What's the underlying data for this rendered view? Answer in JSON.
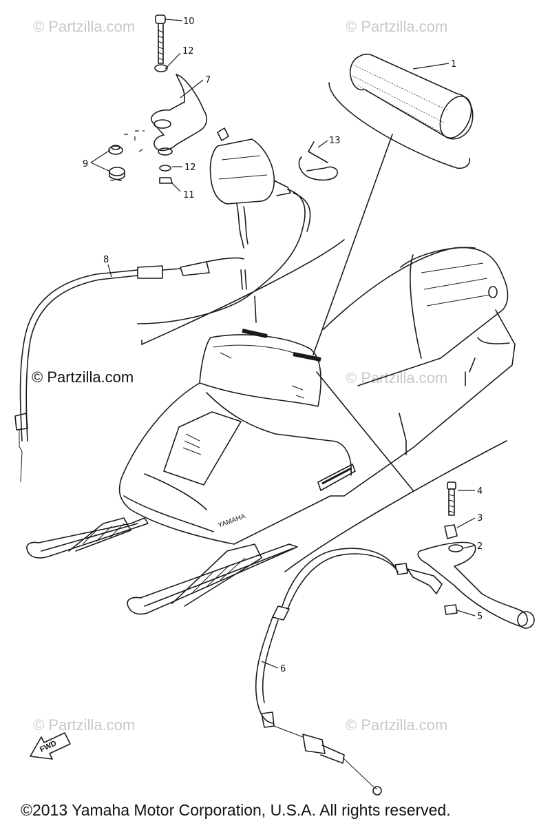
{
  "watermarks": {
    "top_left": "© Partzilla.com",
    "top_right": "© Partzilla.com",
    "main": "© Partzilla.com",
    "middle_right": "© Partzilla.com",
    "bottom_left": "© Partzilla.com",
    "bottom_right": "© Partzilla.com"
  },
  "parts": {
    "p1": "1",
    "p2": "2",
    "p3": "3",
    "p4": "4",
    "p5": "5",
    "p6": "6",
    "p7": "7",
    "p8": "8",
    "p9": "9",
    "p10": "10",
    "p11": "11",
    "p12a": "12",
    "p12b": "12",
    "p13": "13"
  },
  "fwd_label": "FWD",
  "brand_badge": "YAMAHA",
  "copyright": "©2013  Yamaha Motor Corporation, U.S.A. All rights reserved."
}
